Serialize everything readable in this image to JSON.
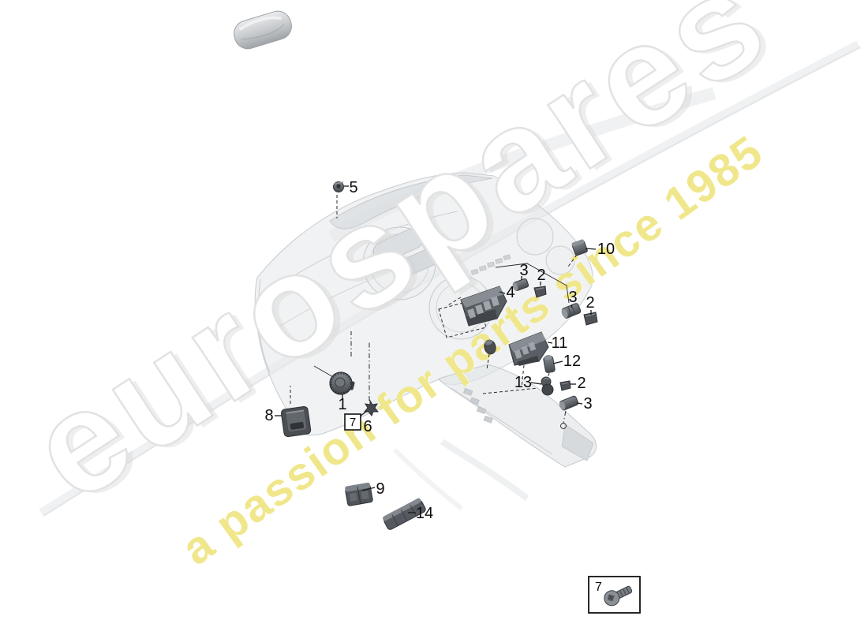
{
  "watermark": {
    "brand": "eurospares",
    "tagline": "a passion for parts since 1985"
  },
  "colors": {
    "tagline_yellow": "#f0e78c",
    "watermark_outline": "#e2e2e2",
    "ghost_gray": "#d9dde0",
    "part_dark": "#53575c",
    "callout_line": "#1b1b1b"
  },
  "callouts": [
    {
      "part": "5"
    },
    {
      "part": "10"
    },
    {
      "part": "3"
    },
    {
      "part": "2"
    },
    {
      "part": "4"
    },
    {
      "part": "3"
    },
    {
      "part": "2"
    },
    {
      "part": "11"
    },
    {
      "part": "12"
    },
    {
      "part": "13"
    },
    {
      "part": "2"
    },
    {
      "part": "3"
    },
    {
      "part": "1"
    },
    {
      "part": "8"
    },
    {
      "part": "7"
    },
    {
      "part": "6"
    },
    {
      "part": "9"
    },
    {
      "part": "14"
    },
    {
      "part": "7"
    }
  ]
}
